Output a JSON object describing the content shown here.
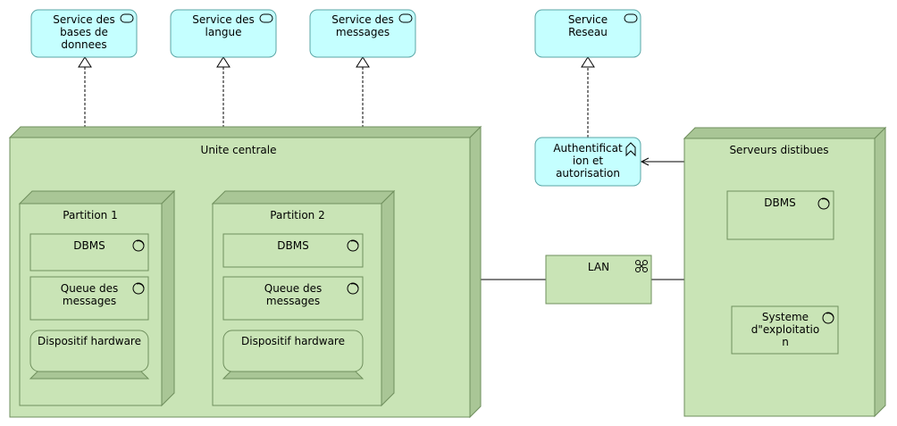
{
  "colors": {
    "service_fill": "#c5ffff",
    "service_stroke": "#5aa6a6",
    "node_fill": "#c9e4b6",
    "node_side": "#a9c696",
    "node_stroke": "#6f8f5d"
  },
  "services": {
    "db": [
      "Service des",
      "bases de",
      "donnees"
    ],
    "lang": [
      "Service des",
      "langue"
    ],
    "msg": [
      "Service des",
      "messages"
    ],
    "net": [
      "Service",
      "Reseau"
    ],
    "auth": [
      "Authentificat",
      "ion et",
      "autorisation"
    ]
  },
  "nodes": {
    "unite_centrale": "Unite centrale",
    "partition1": {
      "title": "Partition 1",
      "dbms": "DBMS",
      "queue": [
        "Queue des",
        "messages"
      ],
      "device": "Dispositif hardware"
    },
    "partition2": {
      "title": "Partition 2",
      "dbms": "DBMS",
      "queue": [
        "Queue des",
        "messages"
      ],
      "device": "Dispositif hardware"
    },
    "serveurs": {
      "title": "Serveurs distibues",
      "dbms": "DBMS",
      "os": [
        "Systeme",
        "d\"exploitatio",
        "n"
      ]
    },
    "lan": "LAN"
  },
  "icons": {
    "service": "service-pill-icon",
    "system_software": "system-software-icon",
    "network": "network-icon",
    "function": "function-chevron-icon"
  }
}
